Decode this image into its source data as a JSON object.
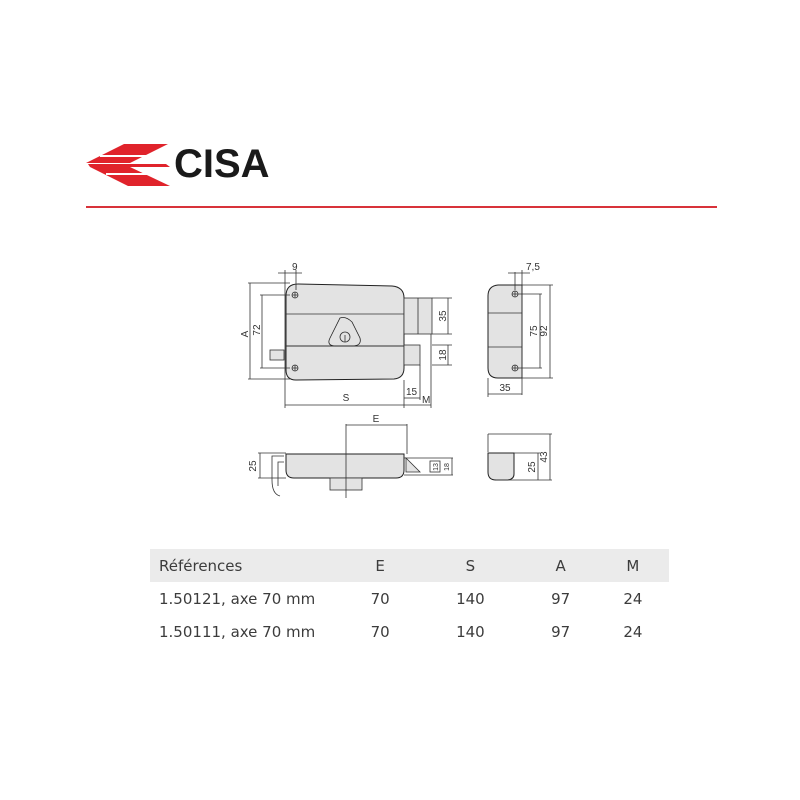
{
  "brand": {
    "name": "CISA",
    "logo_color": "#e0232b",
    "rule_color": "#d8323a"
  },
  "drawing": {
    "front_view": {
      "dims": {
        "hole_offset": "9",
        "A": "A",
        "height_72": "72",
        "latch_35": "35",
        "bolt_18": "18",
        "bolt_15": "15",
        "S": "S",
        "M": "M"
      }
    },
    "side_view": {
      "dims": {
        "hole_offset": "7,5",
        "inner": "75",
        "outer": "92",
        "width": "35"
      }
    },
    "top_view": {
      "dims": {
        "E": "E",
        "depth": "25",
        "small_13": "13",
        "small_18": "18"
      }
    },
    "end_view": {
      "dims": {
        "inner": "25",
        "outer": "43"
      }
    }
  },
  "table": {
    "headers": [
      "Références",
      "E",
      "S",
      "A",
      "M"
    ],
    "rows": [
      [
        "1.50121, axe 70 mm",
        "70",
        "140",
        "97",
        "24"
      ],
      [
        "1.50111, axe 70 mm",
        "70",
        "140",
        "97",
        "24"
      ]
    ]
  }
}
